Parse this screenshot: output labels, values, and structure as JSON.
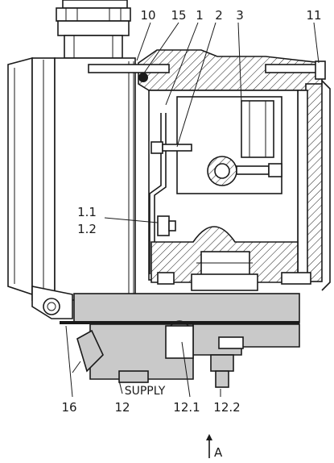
{
  "callouts": {
    "c10": "10",
    "c15": "15",
    "c1": "1",
    "c2": "2",
    "c3": "3",
    "c11": "11",
    "c1_1": "1.1",
    "c1_2": "1.2",
    "c16": "16",
    "c12": "12",
    "c12_1": "12.1",
    "c12_2": "12.2"
  },
  "supply_label": "SUPPLY",
  "view_label": "A"
}
